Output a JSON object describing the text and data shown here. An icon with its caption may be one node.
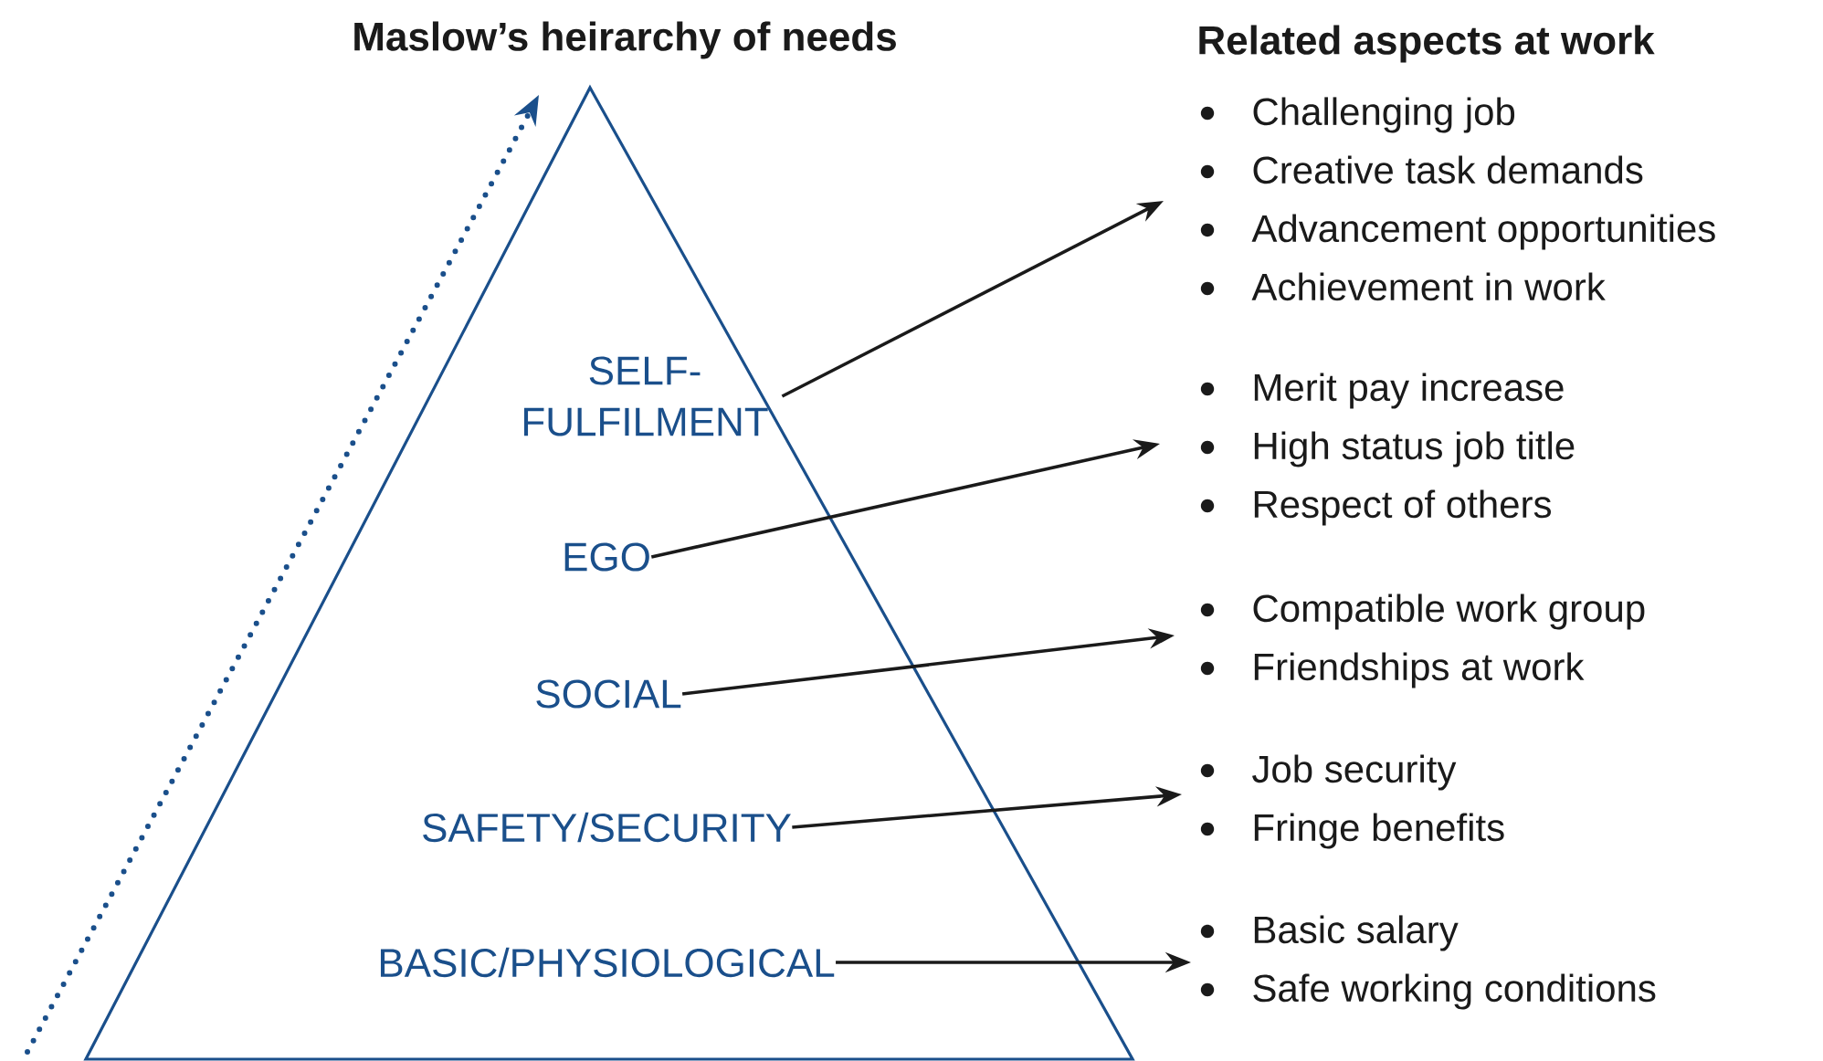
{
  "diagram": {
    "nodes": [
      {
        "text": [
          "Maslow’s heirarchy of needs"
        ]
      },
      {
        "text": [
          "SELF- FULFILMENT"
        ],
        "in": 0
      },
      {
        "text": [
          "EGO"
        ],
        "in": 0
      },
      {
        "text": [
          "SOCIAL"
        ],
        "in": 0
      },
      {
        "text": [
          "SAFETY/SECURITY"
        ],
        "in": 0
      },
      {
        "text": [
          "BASIC/PHYSIOLOGICAL"
        ],
        "in": 0
      },
      {
        "text": [
          "Challenging job",
          "Creative task demands",
          "Advancement opportunities",
          "Achievement in work"
        ]
      },
      {
        "text": [
          "Merit pay increase",
          "High status job title",
          "Respect of others"
        ]
      },
      {
        "text": [
          "Compatible work group",
          "Friendships at work"
        ]
      },
      {
        "text": [
          "Job security",
          "Fringe benefits"
        ]
      },
      {
        "text": [
          "Basic salary",
          "Safe working conditions"
        ]
      }
    ],
    "edges": [
      {
        "from": 1,
        "to": 6,
        "arrow": "to"
      },
      {
        "from": 2,
        "to": 7,
        "arrow": "to"
      },
      {
        "from": 3,
        "to": 8,
        "arrow": "to"
      },
      {
        "from": 4,
        "to": 9,
        "arrow": "to"
      },
      {
        "from": 5,
        "to": 10,
        "arrow": "to"
      }
    ],
    "labels": [
      "Related aspects at work"
    ]
  }
}
